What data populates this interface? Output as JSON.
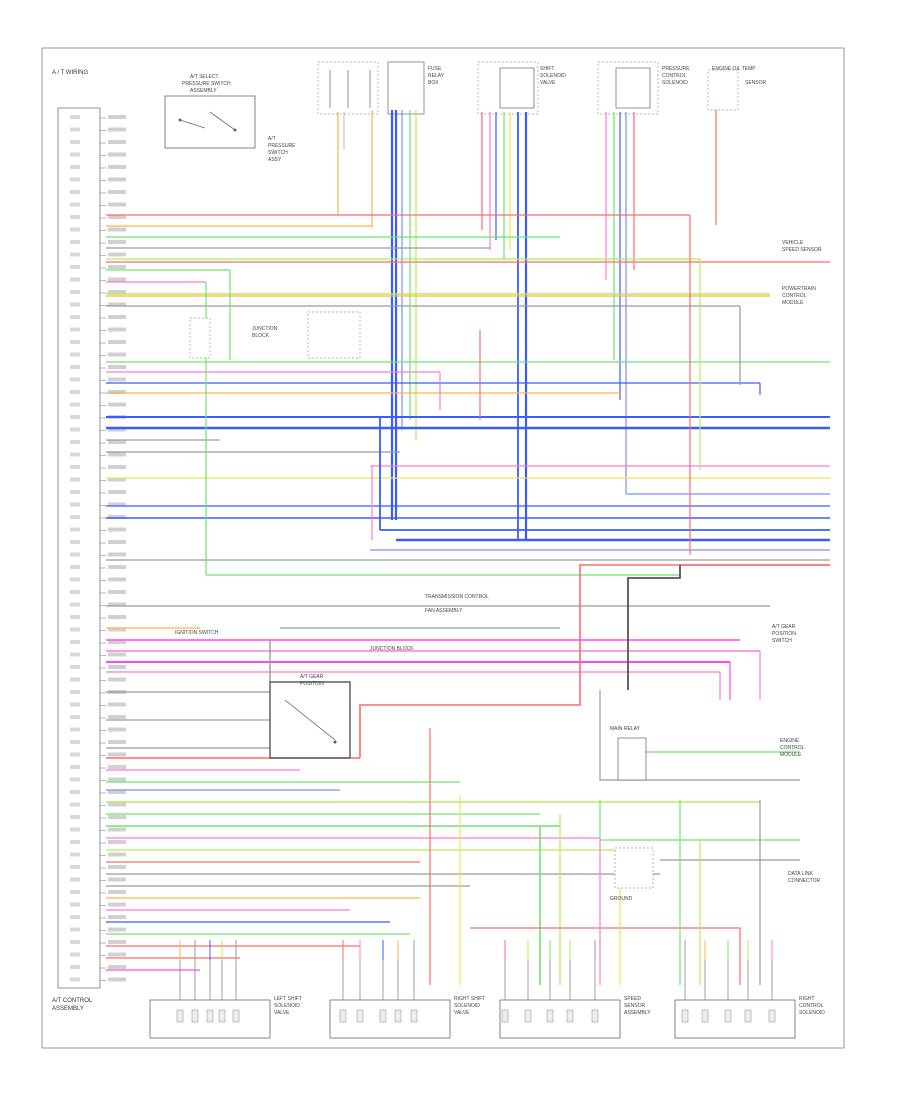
{
  "header": {
    "system": "A / T WIRING"
  },
  "footer": {
    "id": ""
  },
  "colors": {
    "red": "#ff6b6b",
    "pink": "#ff7bd2",
    "magenta": "#ff4af0",
    "blue": "#3a5cff",
    "lightblue": "#7f8dff",
    "green": "#6fe46f",
    "yellowgreen": "#b5ec5a",
    "yellow": "#f0e54a",
    "orange": "#ffb04d",
    "gray": "#9a9a9a",
    "dark": "#555555"
  },
  "ecm": {
    "title": "A/T CONTROL\nASSEMBLY"
  },
  "left_pins": [
    "",
    "",
    "",
    "",
    "",
    "",
    "",
    "",
    "",
    "",
    "",
    "",
    "",
    "",
    "",
    "",
    "",
    "",
    "",
    "",
    "",
    "",
    "",
    "",
    "",
    "",
    "",
    "",
    "",
    "",
    "",
    "",
    "",
    "",
    "",
    "",
    "",
    "",
    "",
    "",
    "",
    "",
    "",
    "",
    "",
    "",
    "",
    "",
    "",
    "",
    "",
    "",
    "",
    "",
    "",
    "",
    "",
    "",
    "",
    "",
    "",
    "",
    "",
    "",
    "",
    "",
    "",
    "",
    ""
  ],
  "top_components": [
    {
      "name": "A/T SELECT\nPRESSURE SWITCH\nASSEMBLY"
    },
    {
      "name": "FUSE\nRELAY\nBOX"
    },
    {
      "name": "SHIFT\nSOLENOID\nVALVE"
    },
    {
      "name": "PRESSURE\nCONTROL\nSOLENOID"
    },
    {
      "name": "ENGINE OIL TEMP\nSENSOR"
    }
  ],
  "bottom_components": [
    {
      "name": "LEFT SHIFT\nSOLENOID\nVALVE"
    },
    {
      "name": "RIGHT SHIFT\nSOLENOID\nVALVE"
    },
    {
      "name": "SPEED\nSENSOR\nASSEMBLY"
    },
    {
      "name": "RIGHT\nCONTROL\nSOLENOID"
    }
  ],
  "right_labels": [
    "VEHICLE SPEED SENSOR",
    "POWERTRAIN CONTROL MODULE",
    "A/T GEAR POSITION SWITCH",
    "ENGINE CONTROL MODULE",
    "DATA LINK CONNECTOR"
  ],
  "notes": [
    "TRANSMISSION CONTROL",
    "FAN ASSEMBLY",
    "MAIN RELAY",
    "JUNCTION BLOCK",
    "IGNITION SWITCH",
    "GROUND"
  ]
}
